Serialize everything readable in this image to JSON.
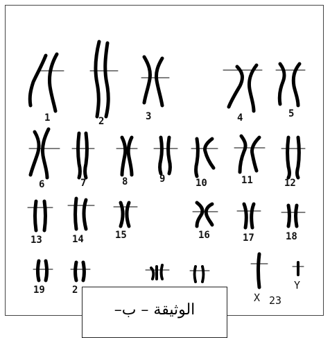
{
  "caption": "الوثيقة – ب–",
  "labels": {
    "c1": "1",
    "c2": "2",
    "c3": "3",
    "c4": "4",
    "c5": "5",
    "c6": "6",
    "c7": "7",
    "c8": "8",
    "c9": "9",
    "c10": "10",
    "c11": "11",
    "c12": "12",
    "c13": "13",
    "c14": "14",
    "c15": "15",
    "c16": "16",
    "c17": "17",
    "c18": "18",
    "c19": "19",
    "c20": "2",
    "c23": "23",
    "x": "X",
    "y": "Y"
  }
}
